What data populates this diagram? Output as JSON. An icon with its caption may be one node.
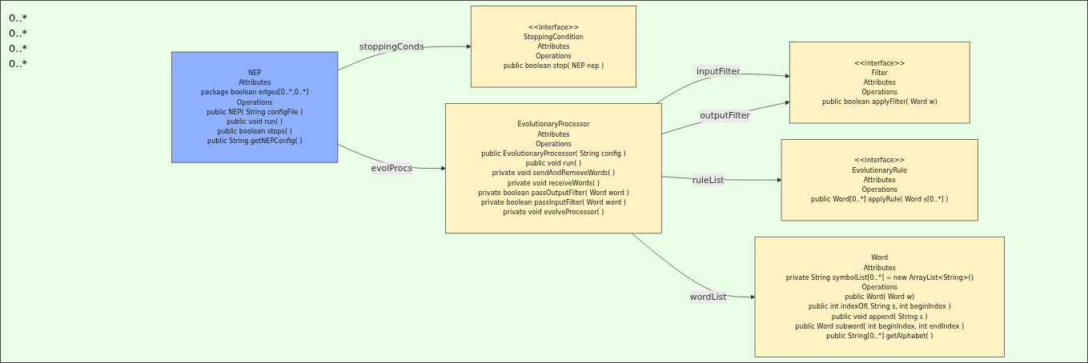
{
  "diagram": {
    "nodes": [
      {
        "text": [
          "<<interface>>",
          "StoppingCondition",
          "Attributes",
          "Operations",
          "public boolean  stop( NEP nep )"
        ]
      },
      {
        "text": [
          "<<interface>>",
          "Filter",
          "Attributes",
          "Operations",
          "public boolean  applyFilter( Word w)"
        ]
      },
      {
        "text": [
          "<<interface>>",
          "EvolutionaryRule",
          "Attributes",
          "Operations",
          "public Word[0..*]  applyRule( Word s[0..*] )"
        ]
      },
      {
        "text": [
          "Word",
          "Attributes",
          "private String symbolList[0..*] = new ArrayList<String>()",
          "Operations",
          "public Word( Word w)",
          "public int  indexOf( String s, int beginIndex )",
          "public void  append( String s )",
          "public Word  subword( int beginIndex, int endIndex )",
          "public String[0..*]  getAlphabet( )"
        ]
      },
      {
        "text": [
          "NEP",
          "Attributes",
          "package boolean edges[0..*,0..*]",
          "Operations",
          "public NEP( String configFile )",
          "public void  run( )",
          "public boolean  stops( )",
          "public String  getNEPConfig( )"
        ]
      },
      {
        "text": [
          "EvolutionaryProcessor",
          "Attributes",
          "Operations",
          "public EvolutionaryProcessor( String config )",
          "public void  run( )",
          "private void  sendAndRemoveWords( )",
          "private void  receiveWords( )",
          "private boolean  passOutputFilter( Word word )",
          "private boolean  passInputFilter( Word word )",
          "private void  evolveProcessor( )"
        ]
      }
    ],
    "edges": [
      {
        "from": 4,
        "to": 0,
        "arrow": "to",
        "label": "stoppingConds"
      },
      {
        "from": 5,
        "to": 1,
        "arrow": "to",
        "label": "inputFilter"
      },
      {
        "from": 5,
        "to": 1,
        "arrow": "to",
        "label": "outputFilter"
      },
      {
        "from": 5,
        "to": 2,
        "arrow": "to",
        "label": "ruleList"
      },
      {
        "from": 5,
        "to": 3,
        "arrow": "to",
        "label": "wordList"
      },
      {
        "from": 4,
        "to": 5,
        "arrow": "to",
        "label": "evolProcs"
      }
    ],
    "labels": [
      "0..*",
      "0..*",
      "0..*",
      "0..*"
    ]
  }
}
